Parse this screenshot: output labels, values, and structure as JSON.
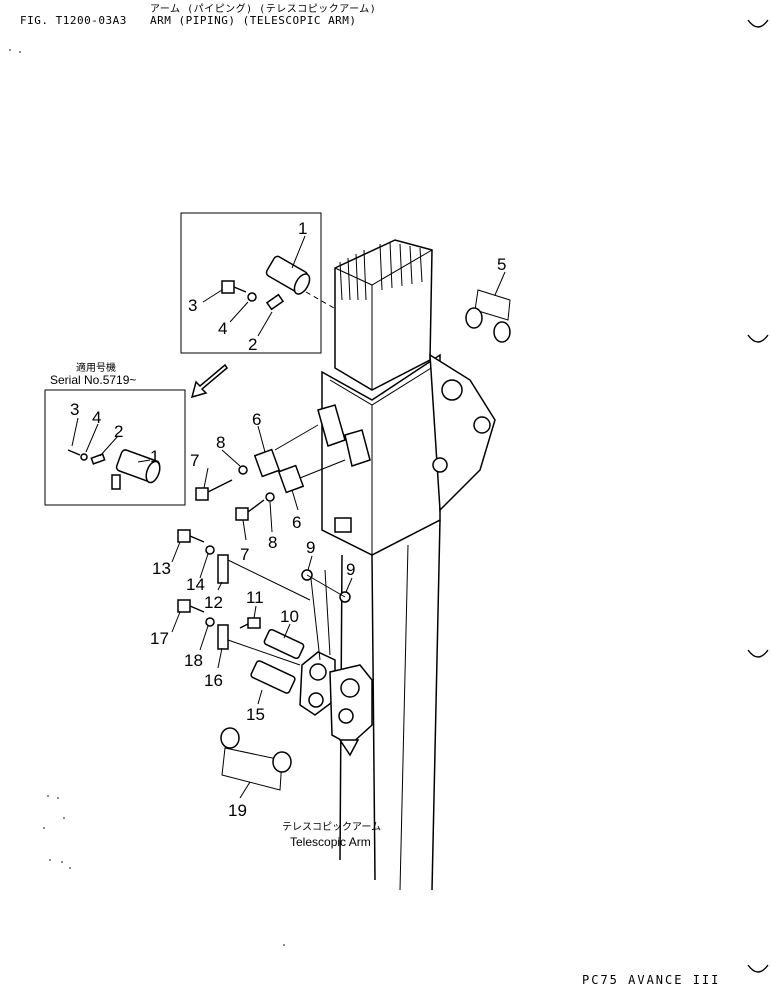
{
  "header": {
    "title_jp": "アーム (パイピング) (テレスコピックアーム)",
    "fig_number": "FIG. T1200-03A3",
    "title_en": "ARM (PIPING) (TELESCOPIC ARM)"
  },
  "inset": {
    "serial_jp": "適用号機",
    "serial_label": "Serial No.5719~"
  },
  "arm_label": {
    "jp": "テレスコピックアーム",
    "en": "Telescopic Arm"
  },
  "callouts": {
    "p1a": "1",
    "p2a": "2",
    "p3a": "3",
    "p4a": "4",
    "p5": "5",
    "p1b": "1",
    "p2b": "2",
    "p3b": "3",
    "p4b": "4",
    "p6a": "6",
    "p6b": "6",
    "p7a": "7",
    "p7b": "7",
    "p8a": "8",
    "p8b": "8",
    "p9a": "9",
    "p9b": "9",
    "p10": "10",
    "p11": "11",
    "p12": "12",
    "p13": "13",
    "p14": "14",
    "p15": "15",
    "p16": "16",
    "p17": "17",
    "p18": "18",
    "p19": "19"
  },
  "footer": "PC75 AVANCE III"
}
